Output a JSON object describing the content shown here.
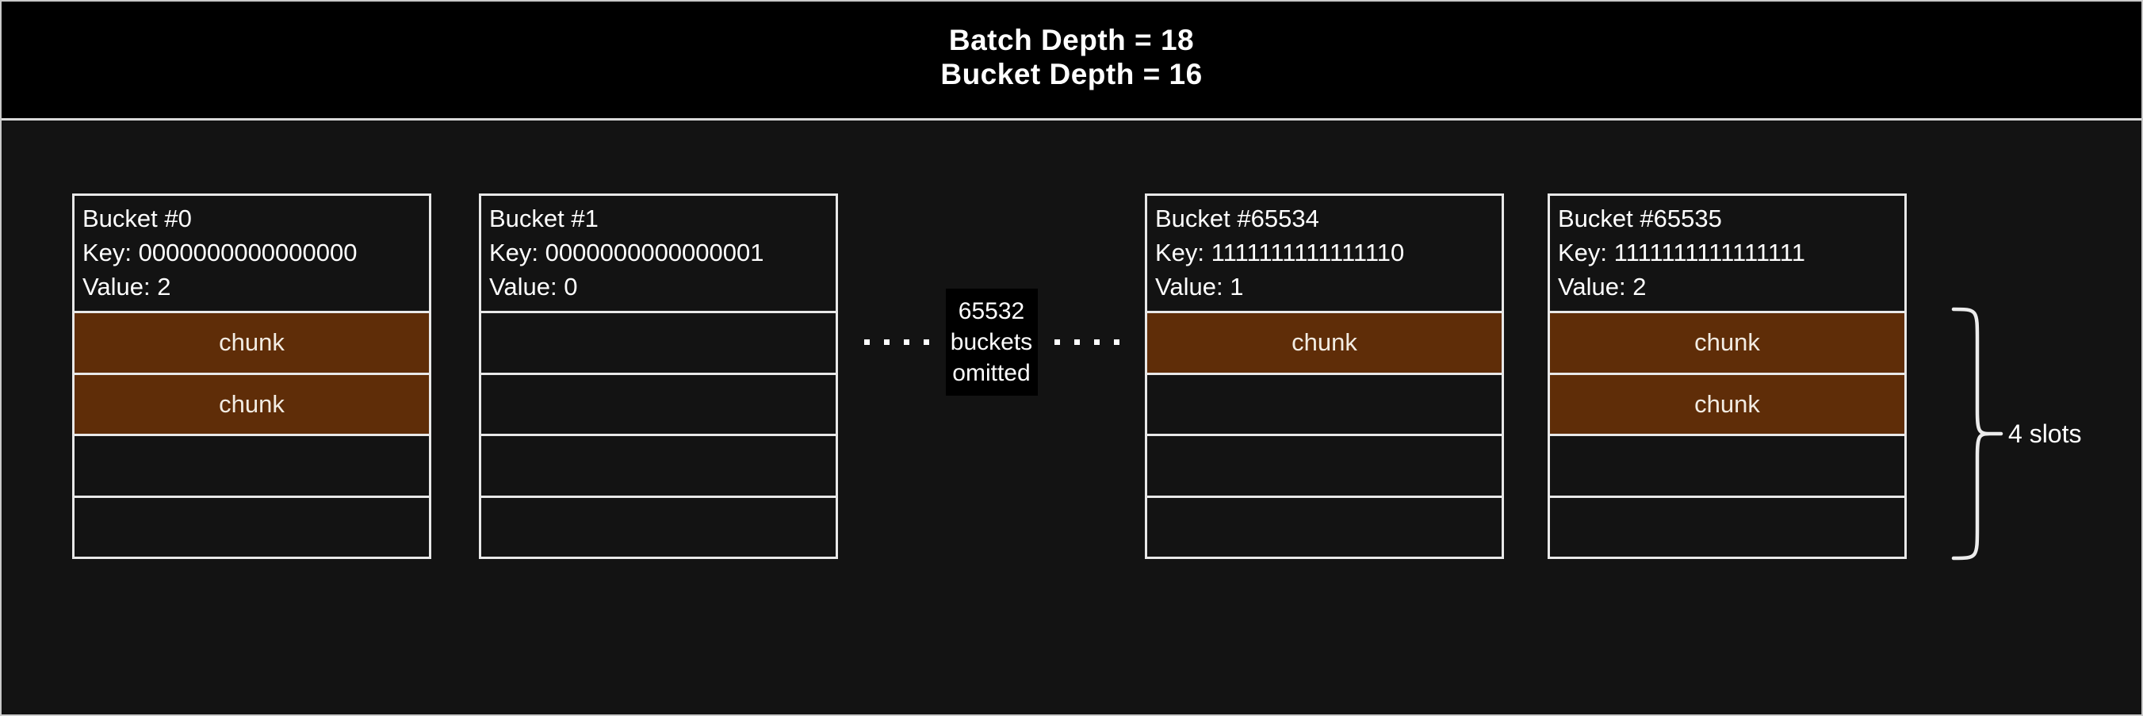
{
  "title_block": {
    "line1": "Batch Depth = 18",
    "line2": "Bucket Depth = 16"
  },
  "buckets": [
    {
      "title": "Bucket #0",
      "key": "Key: 0000000000000000",
      "value": "Value: 2",
      "slots": [
        "chunk",
        "chunk",
        "",
        ""
      ]
    },
    {
      "title": "Bucket #1",
      "key": "Key: 0000000000000001",
      "value": "Value: 0",
      "slots": [
        "",
        "",
        "",
        ""
      ]
    },
    {
      "title": "Bucket #65534",
      "key": "Key: 1111111111111110",
      "value": "Value: 1",
      "slots": [
        "chunk",
        "",
        "",
        ""
      ]
    },
    {
      "title": "Bucket #65535",
      "key": "Key: 1111111111111111",
      "value": "Value: 2",
      "slots": [
        "chunk",
        "chunk",
        "",
        ""
      ]
    }
  ],
  "omitted_note": {
    "line1": "65532",
    "line2": "buckets",
    "line3": "omitted"
  },
  "slots_annotation": {
    "label": "4 slots"
  },
  "colors": {
    "chunk_fill": "#5f2d08",
    "body_background": "#131313",
    "header_background": "#000000",
    "box_border": "#e8e8e8"
  }
}
